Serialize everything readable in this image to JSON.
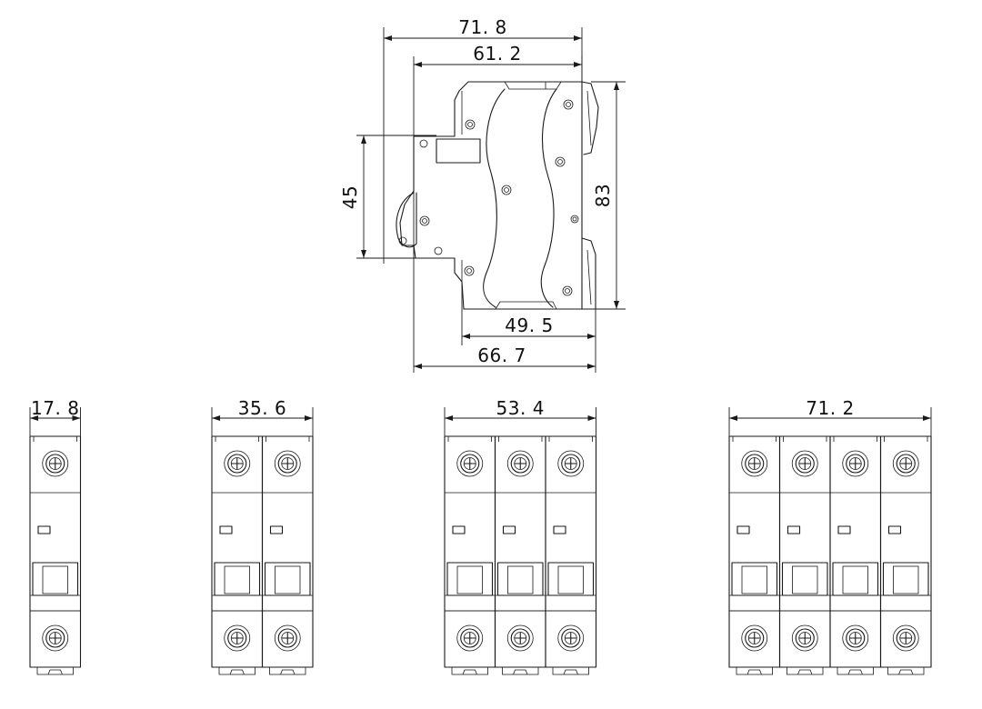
{
  "side_view": {
    "dimensions": {
      "overall_width": "71. 8",
      "body_width": "61. 2",
      "window_height": "45",
      "overall_height": "83",
      "base_width": "49. 5",
      "base_overall_width": "66. 7"
    }
  },
  "front_views": [
    {
      "poles": 1,
      "width_label": "17. 8"
    },
    {
      "poles": 2,
      "width_label": "35. 6"
    },
    {
      "poles": 3,
      "width_label": "53. 4"
    },
    {
      "poles": 4,
      "width_label": "71. 2"
    }
  ]
}
